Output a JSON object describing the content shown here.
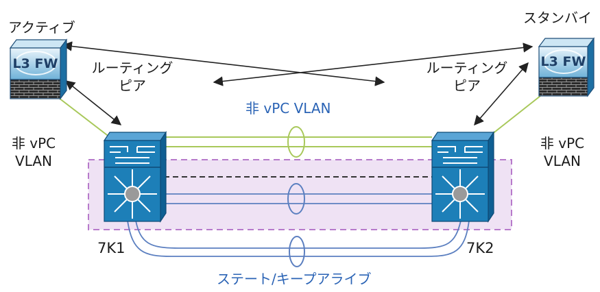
{
  "labels": {
    "active": "アクティブ",
    "standby": "スタンバイ",
    "fw_left": "L3 FW",
    "fw_right": "L3 FW",
    "routing_peer_left": [
      "ルーティング",
      "ピア"
    ],
    "routing_peer_right": [
      "ルーティング",
      "ピア"
    ],
    "non_vpc_vlan_top": "非 vPC VLAN",
    "non_vpc_vlan_left": [
      "非 vPC",
      "VLAN"
    ],
    "non_vpc_vlan_right": [
      "非 vPC",
      "VLAN"
    ],
    "switch_left": "7K1",
    "switch_right": "7K2",
    "state_keepalive": "ステート/キープアライブ"
  },
  "colors": {
    "switch_blue": "#1d7fb8",
    "link_green": "#a8c85a",
    "link_blue": "#5b7fc0",
    "vpc_region_fill": "#efe2f4",
    "vpc_region_border": "#b77acb",
    "label_blue": "#2a63b5"
  },
  "icons": [
    "firewall-icon",
    "nexus-switch-icon"
  ]
}
